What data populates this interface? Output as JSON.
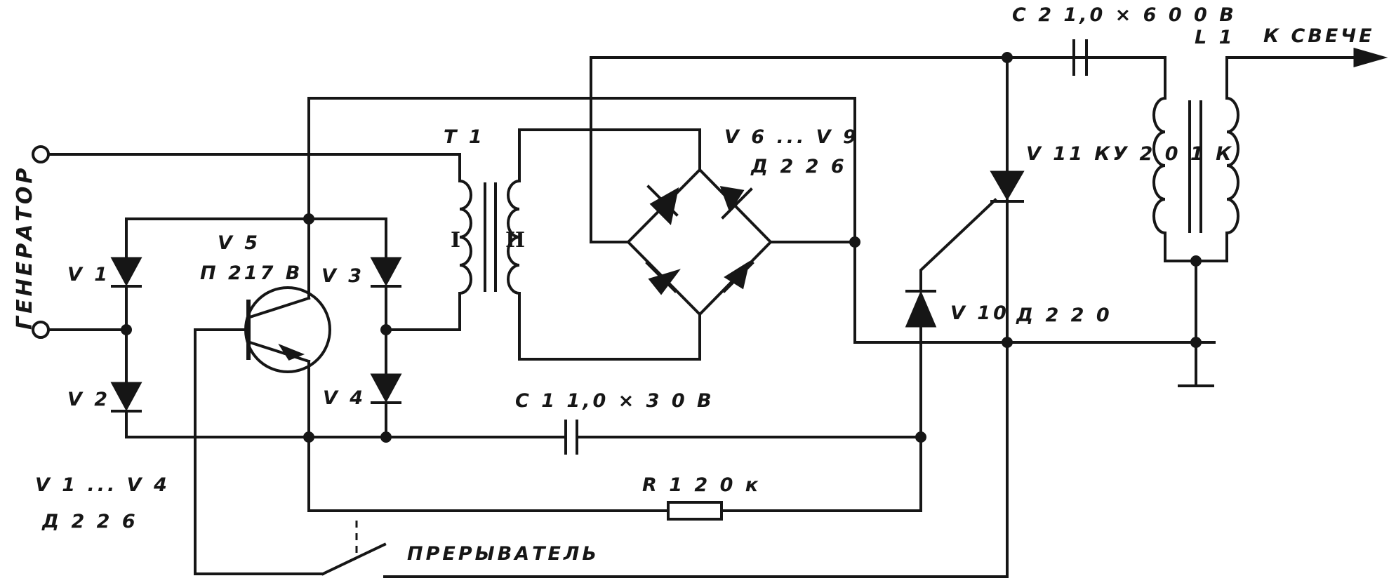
{
  "labels": {
    "generator": "ГЕНЕРАТОР",
    "v1": "V 1",
    "v2": "V 2",
    "v3": "V 3",
    "v4": "V 4",
    "v5": "V 5",
    "v5_type": "П 217 В",
    "v1_v4": "V 1 ... V 4",
    "v1_v4_type": "Д 2 2 6",
    "t1": "Т 1",
    "winding_primary": "I",
    "winding_secondary": "II",
    "v6_v9": "V 6 ... V 9",
    "v6_v9_type": "Д 2 2 6",
    "v10": "V 10",
    "v10_type": "Д 2 2 0",
    "v11": "V 11  КУ 2 0 1 К",
    "c1": "С 1  1,0 × 3 0 В",
    "c2": "С 2  1,0 × 6 0 0 В",
    "r1": "R 1  2 0 к",
    "l1": "L 1",
    "to_plug": "К  СВЕЧЕ",
    "interrupter": "ПРЕРЫВАТЕЛЬ"
  }
}
